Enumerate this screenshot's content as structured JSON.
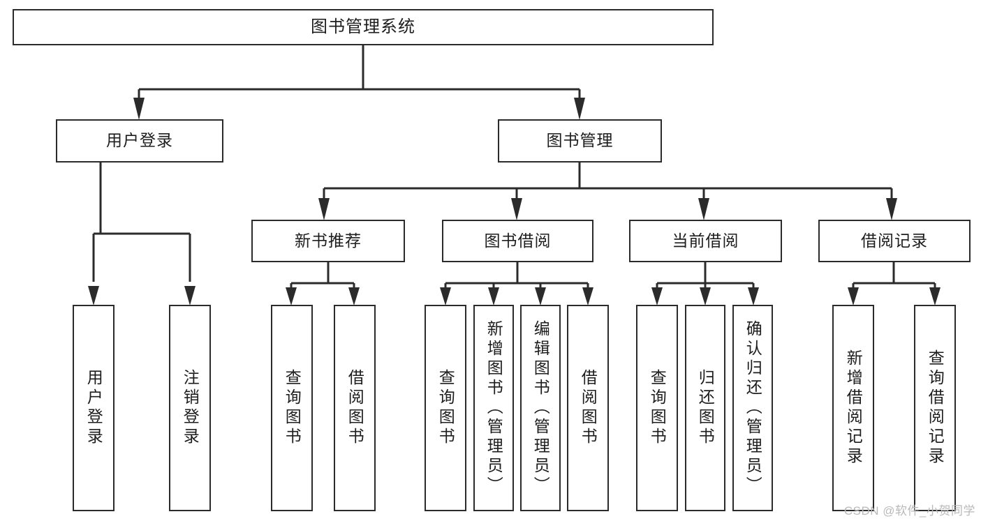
{
  "diagram": {
    "title": "图书管理系统",
    "watermark": "CSDN @软件_小贺同学",
    "line_color": "#2b2b2b",
    "box_fill": "#ffffff",
    "text_color": "#1d1d1d",
    "watermark_color": "#b9b9b9"
  },
  "root": {
    "label": "图书管理系统"
  },
  "level2": [
    {
      "label": "用户登录"
    },
    {
      "label": "图书管理"
    }
  ],
  "level3": [
    {
      "label": "新书推荐"
    },
    {
      "label": "图书借阅"
    },
    {
      "label": "当前借阅"
    },
    {
      "label": "借阅记录"
    }
  ],
  "leaves": {
    "user_login": [
      {
        "label": "用户登录"
      },
      {
        "label": "注销登录"
      }
    ],
    "new_book": [
      {
        "label": "查询图书"
      },
      {
        "label": "借阅图书"
      }
    ],
    "book_borrow": [
      {
        "label": "查询图书"
      },
      {
        "label": "新增图书（管理员）"
      },
      {
        "label": "编辑图书（管理员）"
      },
      {
        "label": "借阅图书"
      }
    ],
    "current_borrow": [
      {
        "label": "查询图书"
      },
      {
        "label": "归还图书"
      },
      {
        "label": "确认归还（管理员）"
      }
    ],
    "borrow_record": [
      {
        "label": "新增借阅记录"
      },
      {
        "label": "查询借阅记录"
      }
    ]
  }
}
